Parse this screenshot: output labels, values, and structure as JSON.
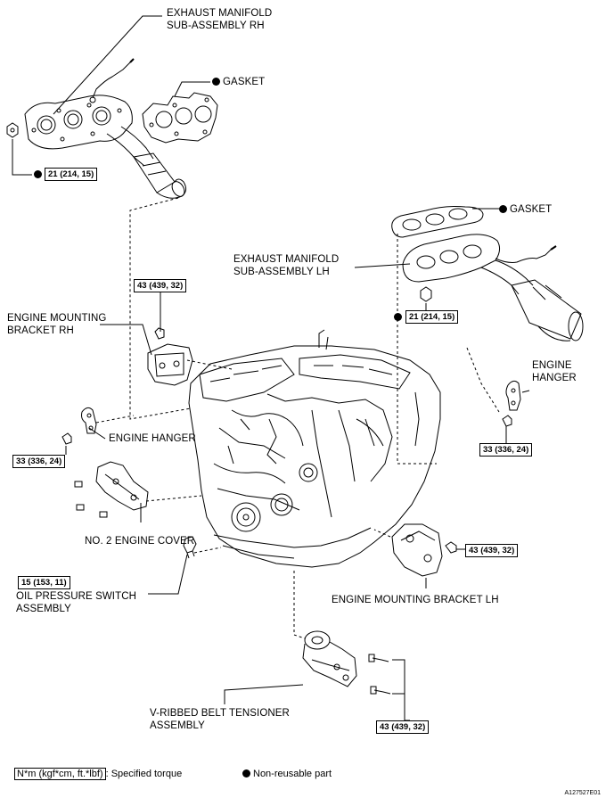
{
  "labels": {
    "exhaust_rh": [
      "EXHAUST MANIFOLD",
      "SUB-ASSEMBLY RH"
    ],
    "gasket_top": "GASKET",
    "gasket_right": "GASKET",
    "exhaust_lh": [
      "EXHAUST MANIFOLD",
      "SUB-ASSEMBLY LH"
    ],
    "mounting_rh": [
      "ENGINE MOUNTING",
      "BRACKET RH"
    ],
    "engine_hanger_left": "ENGINE HANGER",
    "engine_hanger_right": [
      "ENGINE",
      "HANGER"
    ],
    "no2_cover": "NO. 2 ENGINE COVER",
    "oil_switch": [
      "OIL PRESSURE SWITCH",
      "ASSEMBLY"
    ],
    "mounting_lh": "ENGINE MOUNTING BRACKET LH",
    "tensioner": [
      "V-RIBBED BELT TENSIONER",
      "ASSEMBLY"
    ]
  },
  "torques": {
    "rh_manifold": "21 (214, 15)",
    "lh_manifold": "21 (214, 15)",
    "mount_rh": "43 (439, 32)",
    "hanger_left": "33 (336, 24)",
    "hanger_right": "33 (336, 24)",
    "oil_switch": "15 (153, 11)",
    "mount_lh": "43 (439, 32)",
    "tensioner": "43 (439, 32)"
  },
  "legend": {
    "torque_unit": "N*m (kgf*cm, ft.*lbf)",
    "torque_desc": ": Specified torque",
    "nonreusable": "Non-reusable part"
  },
  "figure_id": "A127527E01"
}
